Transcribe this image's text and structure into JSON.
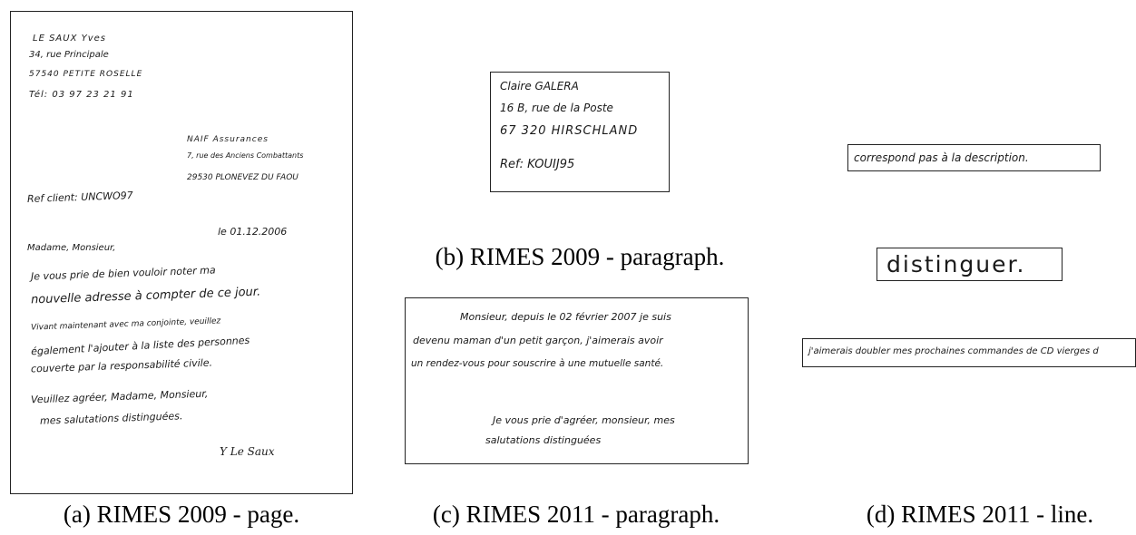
{
  "captions": {
    "a": "(a) RIMES 2009 - page.",
    "b": "(b) RIMES 2009 - paragraph.",
    "c": "(c) RIMES 2011 - paragraph.",
    "d": "(d) RIMES 2011 - line."
  },
  "page_letter": {
    "sender_lines": [
      "LE SAUX Yves",
      "34, rue Principale",
      "57540 PETITE ROSELLE",
      "Tél: 03 97 23 21 91"
    ],
    "recipient_lines": [
      "NAIF Assurances",
      "7, rue des Anciens Combattants",
      "29530 PLONEVEZ DU FAOU"
    ],
    "reference": "Ref client: UNCWO97",
    "date": "le 01.12.2006",
    "salutation": "Madame, Monsieur,",
    "body_lines": [
      "Je vous prie de bien vouloir noter ma",
      "nouvelle adresse à compter de ce jour.",
      "Vivant maintenant avec ma conjointe, veuillez",
      "également l'ajouter à la liste des personnes",
      "couverte par la responsabilité civile.",
      "Veuillez agréer, Madame, Monsieur,",
      "mes salutations distinguées."
    ],
    "signature": "Y Le Saux"
  },
  "paragraph_2009": {
    "lines": [
      "Claire GALERA",
      "16 B, rue de la Poste",
      "67 320 HIRSCHLAND",
      "Ref: KOUIJ95"
    ]
  },
  "paragraph_2011": {
    "lines": [
      "Monsieur, depuis le 02 février 2007 je suis",
      "devenu maman d'un petit garçon, j'aimerais avoir",
      "un rendez-vous pour souscrire à une mutuelle santé."
    ],
    "closing_lines": [
      "Je vous prie d'agréer, monsieur, mes",
      "salutations distinguées"
    ]
  },
  "lines_2011": {
    "line1": "correspond pas à la description.",
    "line2": "distinguer.",
    "line3": "j'aimerais doubler mes prochaines commandes de CD vierges d"
  }
}
